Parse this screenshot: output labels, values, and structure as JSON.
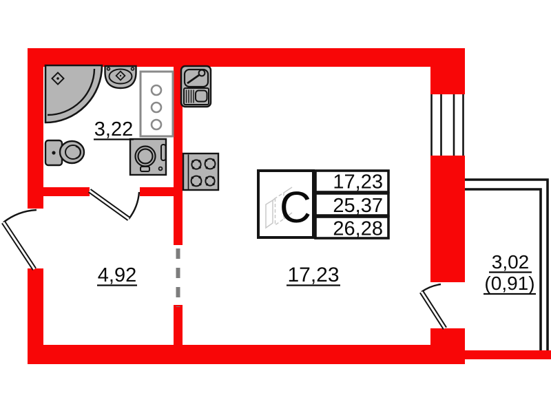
{
  "plan": {
    "type": "studio-apartment-floor-plan",
    "labels": {
      "bathroom_area": "3,22",
      "hallway_area": "4,92",
      "room_area": "17,23",
      "balcony_area": "3,02",
      "balcony_area_coeff": "(0,91)"
    },
    "stamp": {
      "letter": "С",
      "rows": [
        "17,23",
        "25,37",
        "26,28"
      ]
    },
    "fixtures": [
      "corner-shower",
      "washbasin",
      "toilet",
      "utility-cabinet",
      "washing-machine",
      "kitchen-sink",
      "stove-4-burners"
    ],
    "colors": {
      "wall": "#f80607",
      "fixture_fill": "#b5b5b5",
      "outline": "#141414",
      "cabinet_gray": "#8a8a8a",
      "dash_gray": "#7d7d7d",
      "sketch_gray": "#c8c8c8",
      "background": "#ffffff"
    }
  }
}
